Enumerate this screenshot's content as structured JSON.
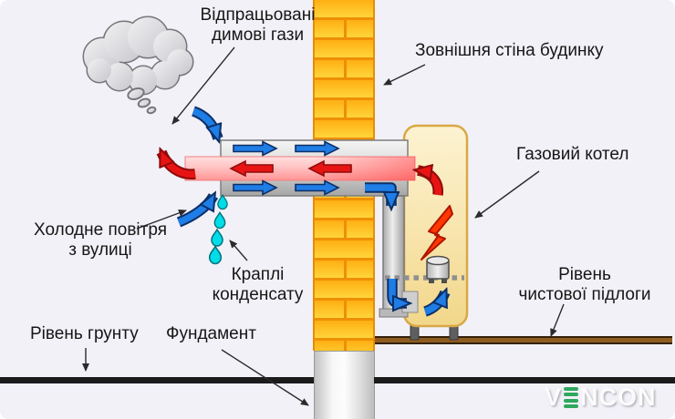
{
  "labels": {
    "exhaust_gases": {
      "line1": "Відпрацьовані",
      "line2": "димові гази"
    },
    "outer_wall": {
      "text": "Зовнішня стіна будинку"
    },
    "gas_boiler": {
      "text": "Газовий котел"
    },
    "cold_air": {
      "line1": "Холодне повітря",
      "line2": "з вулиці"
    },
    "condensate_drops": {
      "line1": "Краплі",
      "line2": "конденсату"
    },
    "finished_floor_level": {
      "line1": "Рівень",
      "line2": "чистової підлоги"
    },
    "ground_level": {
      "text": "Рівень грунту"
    },
    "foundation": {
      "text": "Фундамент"
    }
  },
  "logo": {
    "prefix": "V",
    "suffix": "NCON",
    "green_color": "#2fa85e"
  },
  "colors": {
    "background": "#f2f1f8",
    "wall_brick": "#ffc21f",
    "wall_mortar": "#ee8f06",
    "exhaust_red": "#e81414",
    "air_blue": "#1f7de6",
    "condensate_cyan": "#00dde8",
    "boiler_body": "#f8e6ae",
    "boiler_border": "#d9a845",
    "flame_red": "#ff3800",
    "floor_brown": "#8f5c20",
    "ground_black": "#1b1b1b"
  }
}
